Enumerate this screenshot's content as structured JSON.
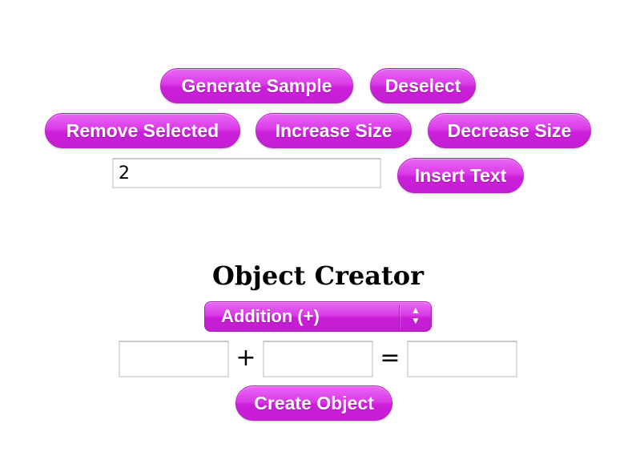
{
  "toolbar": {
    "generate_sample": "Generate Sample",
    "deselect": "Deselect",
    "remove_selected": "Remove Selected",
    "increase_size": "Increase Size",
    "decrease_size": "Decrease Size",
    "insert_text": "Insert Text"
  },
  "text_input": {
    "value": "2"
  },
  "creator": {
    "title": "Object Creator",
    "operation_selected": "Addition (+)",
    "operator_symbol": "+",
    "equals_symbol": "=",
    "operand_a": "",
    "operand_b": "",
    "result": "",
    "create_button": "Create Object"
  },
  "colors": {
    "accent": "#d633e3",
    "button_text": "#ffffff"
  },
  "icons": {
    "select_arrows": "up-down-arrows-icon"
  }
}
